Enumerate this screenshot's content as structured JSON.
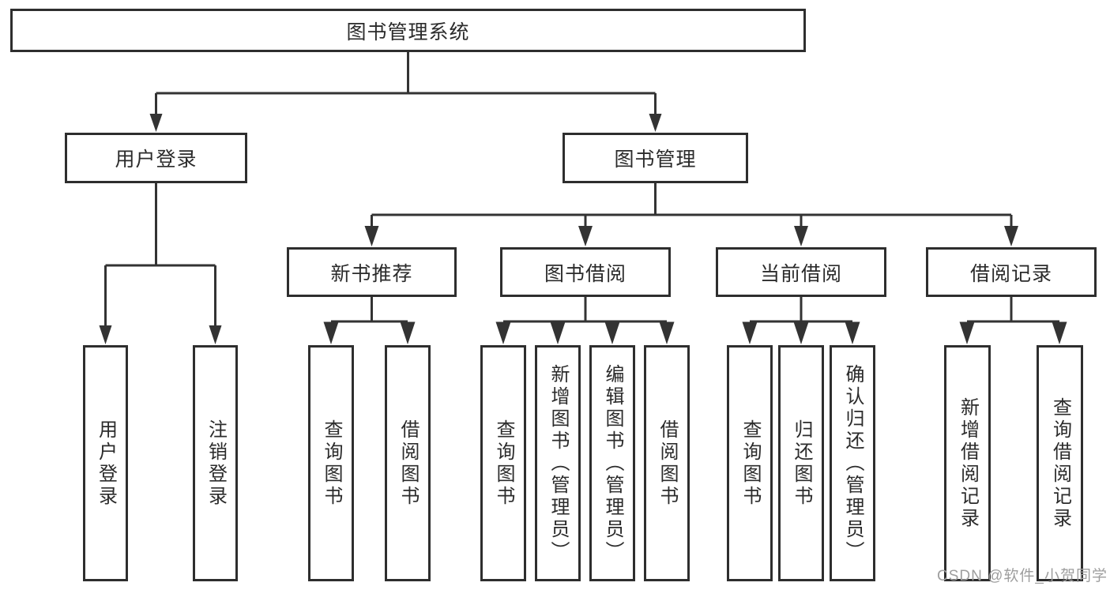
{
  "tree": {
    "label": "图书管理系统",
    "children": [
      {
        "label": "用户登录",
        "children": [
          {
            "label": "用户登录"
          },
          {
            "label": "注销登录"
          }
        ]
      },
      {
        "label": "图书管理",
        "children": [
          {
            "label": "新书推荐",
            "children": [
              {
                "label": "查询图书"
              },
              {
                "label": "借阅图书"
              }
            ]
          },
          {
            "label": "图书借阅",
            "children": [
              {
                "label": "查询图书"
              },
              {
                "label": "新增图书（管理员）"
              },
              {
                "label": "编辑图书（管理员）"
              },
              {
                "label": "借阅图书"
              }
            ]
          },
          {
            "label": "当前借阅",
            "children": [
              {
                "label": "查询图书"
              },
              {
                "label": "归还图书"
              },
              {
                "label": "确认归还（管理员）"
              }
            ]
          },
          {
            "label": "借阅记录",
            "children": [
              {
                "label": "新增借阅记录"
              },
              {
                "label": "查询借阅记录"
              }
            ]
          }
        ]
      }
    ]
  },
  "watermark": "CSDN @软件_小贺同学",
  "colors": {
    "line": "#333333",
    "box_border": "#2e2e2e",
    "text": "#2b2b2b",
    "watermark": "#9e9e9e",
    "background": "#ffffff"
  }
}
